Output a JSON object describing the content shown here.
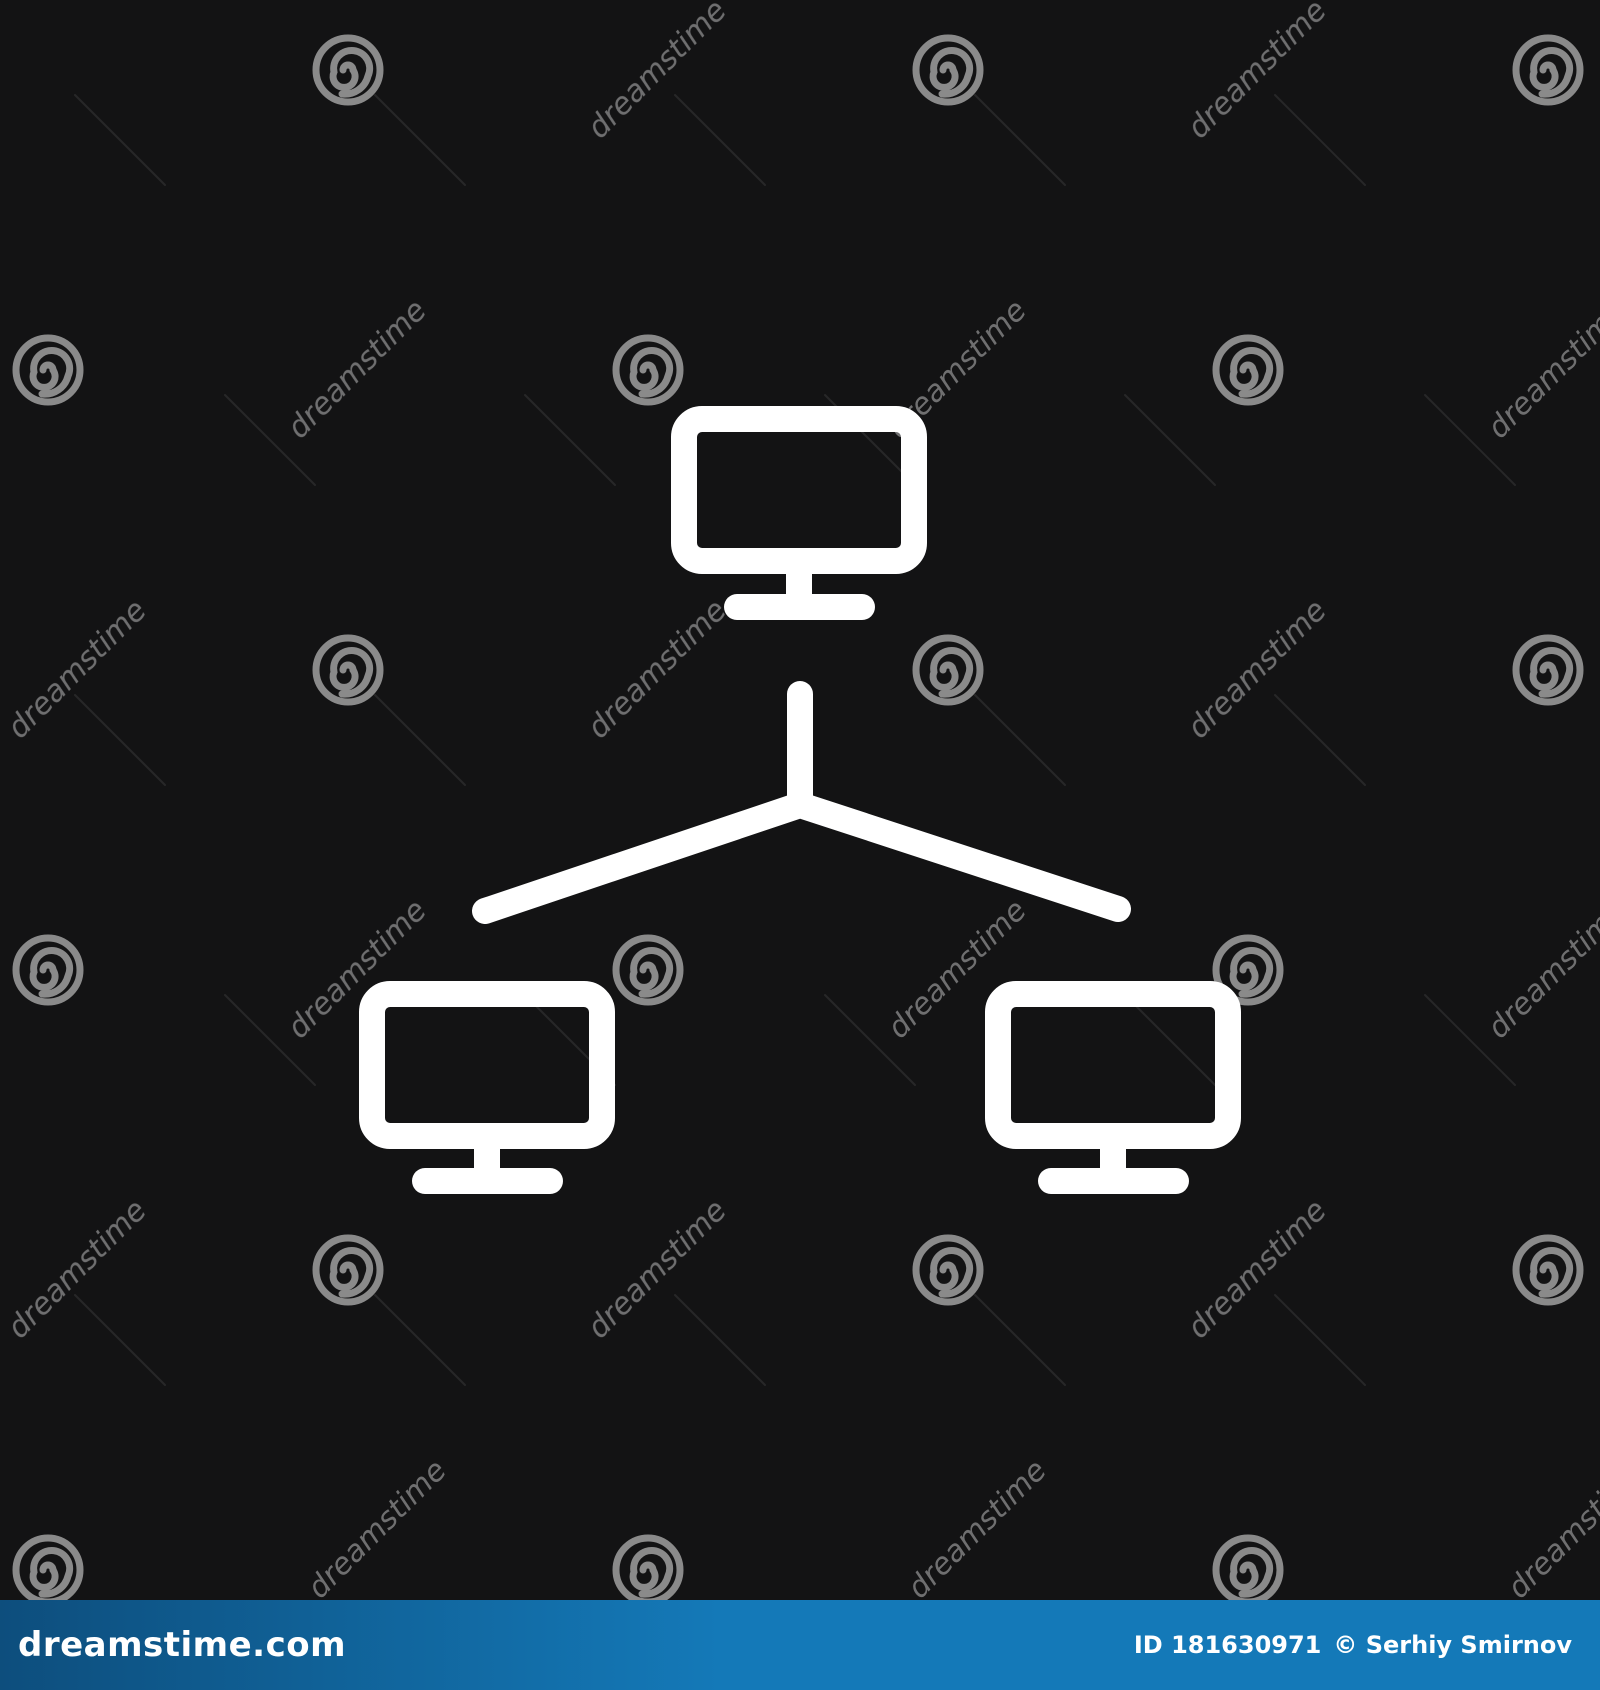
{
  "colors": {
    "background": "#131314",
    "icon": "#ffffff",
    "watermark": "#8a8a8a",
    "footer_bar": "#1479b8"
  },
  "artwork": {
    "icon_name": "network-hierarchy-icon",
    "nodes": [
      "computer-monitor-icon",
      "computer-monitor-icon",
      "computer-monitor-icon"
    ]
  },
  "watermark": {
    "text": "dreamstime",
    "icon_name": "dreamstime-spiral-logo"
  },
  "footer": {
    "site": "dreamstime.com",
    "image_id": "ID 181630971",
    "author": "© Serhiy Smirnov"
  }
}
